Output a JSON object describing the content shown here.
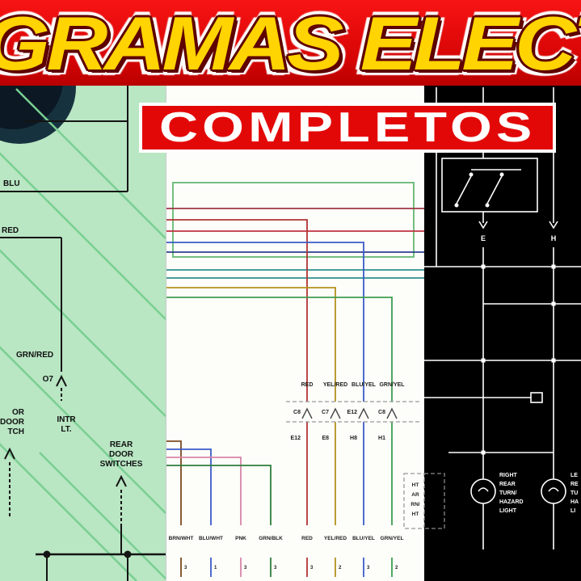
{
  "banner": {
    "title": "GRAMAS ELECTRIC",
    "subtitle": "COMPLETOS",
    "colors": {
      "bg": "#e30808",
      "title_fill": "#ffd400",
      "title_outline": "#5f0000",
      "subtitle_text": "#ffffff",
      "subtitle_border": "#ffffff"
    }
  },
  "green_panel": {
    "bg": "#b9e6c3",
    "diagonal_color": "#79cf92",
    "labels": {
      "wire_blu": "BLU",
      "wire_red": "RED",
      "wire_grn_red": "GRN/RED",
      "connector_o7": "O7",
      "intr_line1": "INTR",
      "intr_line2": "LT.",
      "rear_line1": "REAR",
      "rear_line2": "DOOR",
      "rear_line3": "SWITCHES",
      "edge_line1": "OR",
      "edge_line2": "DOOR",
      "edge_line3": "TCH"
    }
  },
  "white_panel": {
    "bg": "#fdfdfa",
    "loop_color": "#63b873",
    "mid_wires": [
      {
        "label": "RED",
        "connector_top": "C8",
        "connector_bottom": "E12",
        "color": "#b03434"
      },
      {
        "label": "YEL/RED",
        "connector_top": "C7",
        "connector_bottom": "E8",
        "color": "#b2921c"
      },
      {
        "label": "BLU/YEL",
        "connector_top": "E12",
        "connector_bottom": "H8",
        "color": "#3a5bc7"
      },
      {
        "label": "GRN/YEL",
        "connector_top": "C8",
        "connector_bottom": "H1",
        "color": "#3f9d4f"
      }
    ],
    "bottom_wires": [
      {
        "label": "BRN/WHT",
        "pin": "3",
        "color": "#7a4a21"
      },
      {
        "label": "BLU/WHT",
        "pin": "1",
        "color": "#3a5bc7"
      },
      {
        "label": "PNK",
        "pin": "3",
        "color": "#d985a8"
      },
      {
        "label": "GRN/BLK",
        "pin": "3",
        "color": "#2f7d3a"
      },
      {
        "label": "RED",
        "pin": "3",
        "color": "#b03434"
      },
      {
        "label": "YEL/RED",
        "pin": "2",
        "color": "#b2921c"
      },
      {
        "label": "BLU/YEL",
        "pin": "3",
        "color": "#3a5bc7"
      },
      {
        "label": "GRN/YEL",
        "pin": "2",
        "color": "#3f9d4f"
      }
    ],
    "cut_label": [
      "HT",
      "AR",
      "RN/",
      "HT"
    ],
    "bus_colors": {
      "maroon": "#a03446",
      "crimson": "#c03040",
      "teal": "#2f8f8f",
      "navy": "#2c3f8f",
      "olive": "#b2921c",
      "green": "#3f9d4f"
    }
  },
  "black_panel": {
    "bg": "#000000",
    "line_color": "#ffffff",
    "labels": {
      "lead_e": "E",
      "lead_h": "H"
    },
    "right_lamp_label": [
      "RIGHT",
      "REAR",
      "TURN/",
      "HAZARD",
      "LIGHT"
    ],
    "edge_lamp_label": [
      "LE",
      "RE",
      "TU",
      "HA",
      "LI"
    ]
  }
}
